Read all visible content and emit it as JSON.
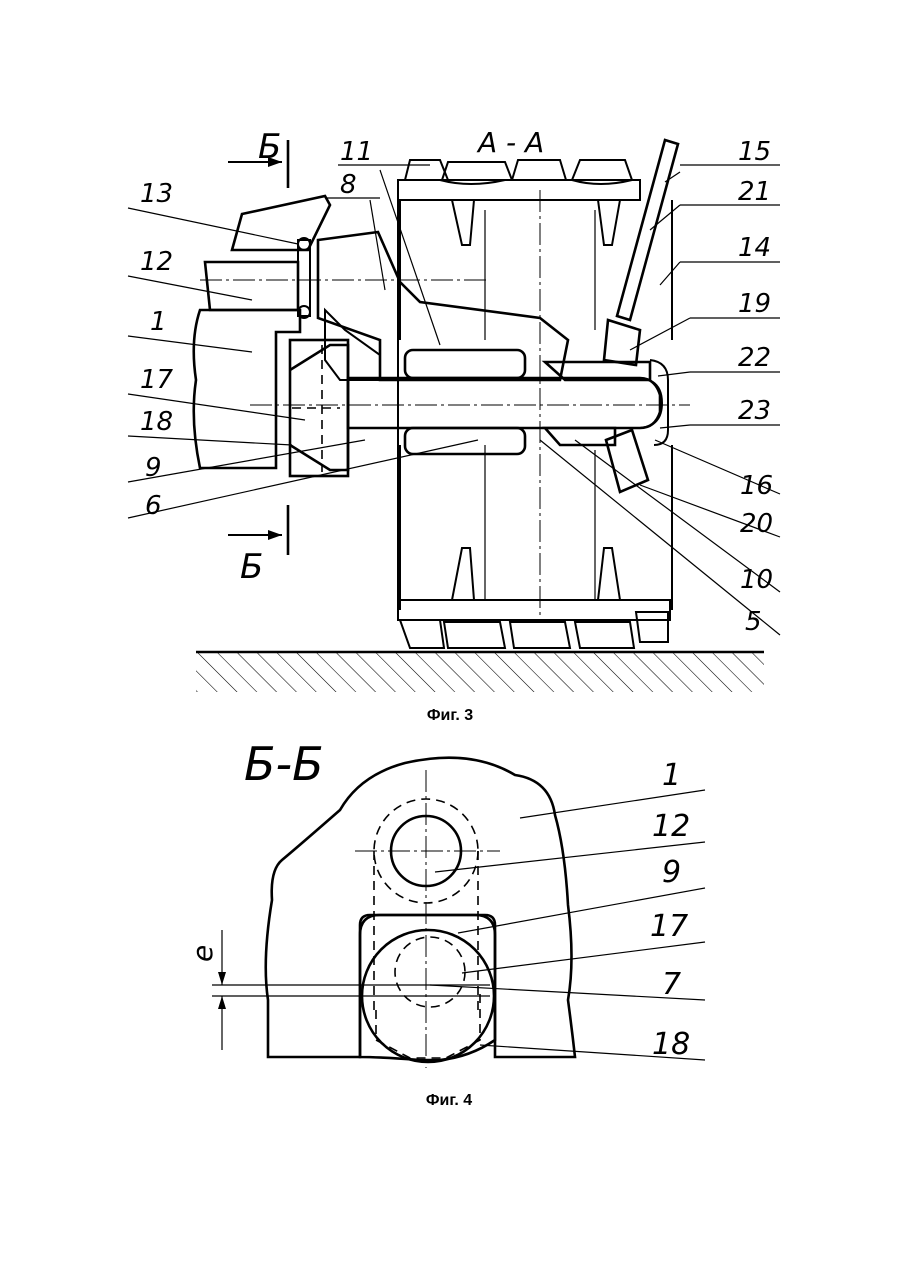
{
  "fig3": {
    "caption": "Фиг. 3",
    "section_label": "А - А",
    "cut_label_top": "Б",
    "cut_label_bottom": "Б",
    "callouts_left": [
      "13",
      "12",
      "1",
      "17",
      "18",
      "9",
      "6"
    ],
    "callouts_top": [
      "11",
      "8"
    ],
    "callouts_right": [
      "15",
      "21",
      "14",
      "19",
      "22",
      "23",
      "16",
      "20",
      "10",
      "5"
    ]
  },
  "fig4": {
    "caption": "Фиг. 4",
    "section_label": "Б-Б",
    "offset_label": "e",
    "callouts_right": [
      "1",
      "12",
      "9",
      "17",
      "7",
      "18"
    ]
  }
}
